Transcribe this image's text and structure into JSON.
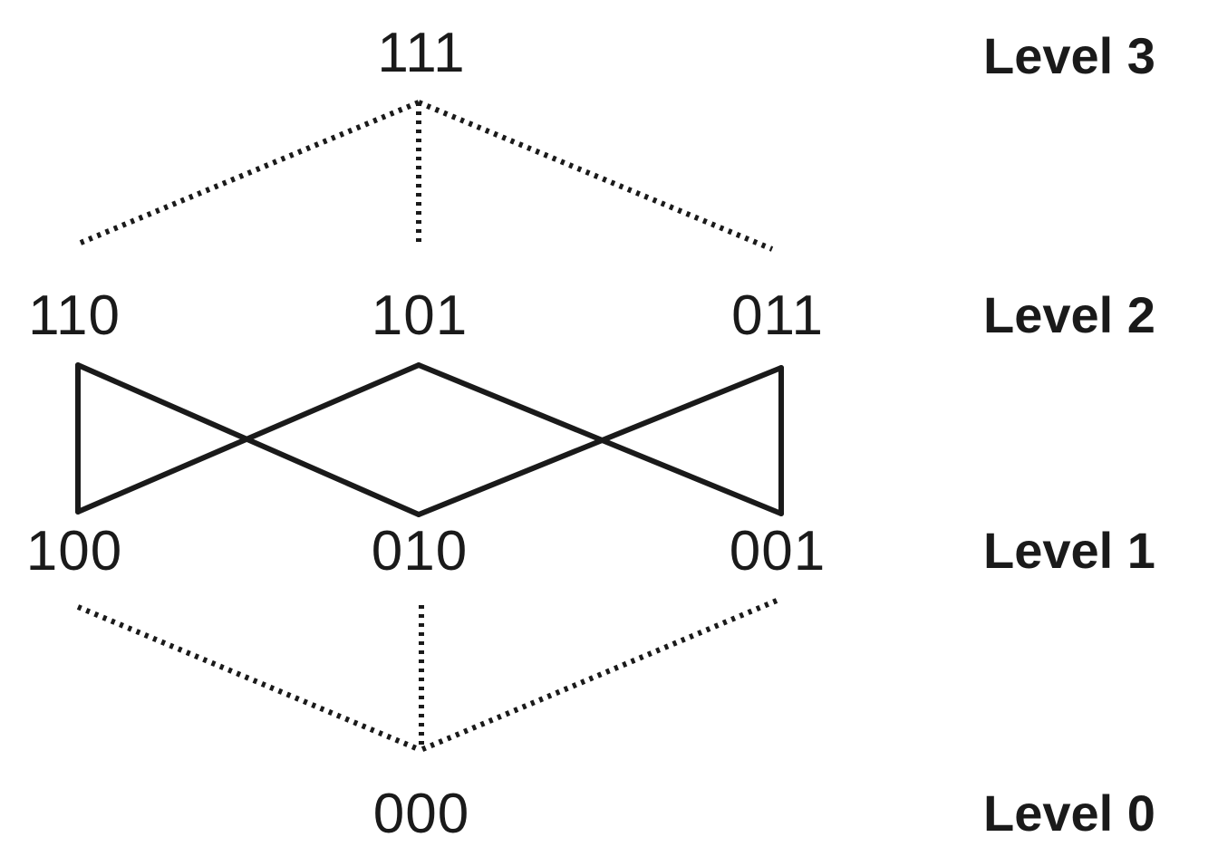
{
  "nodes": {
    "n111": "111",
    "n110": "110",
    "n101": "101",
    "n011": "011",
    "n100": "100",
    "n010": "010",
    "n001": "001",
    "n000": "000"
  },
  "levels": [
    "Level 3",
    "Level 2",
    "Level 1",
    "Level 0"
  ],
  "edges": [
    {
      "from": "n111",
      "to": "n110",
      "style": "dotted"
    },
    {
      "from": "n111",
      "to": "n101",
      "style": "dotted"
    },
    {
      "from": "n111",
      "to": "n011",
      "style": "dotted"
    },
    {
      "from": "n110",
      "to": "n100",
      "style": "solid"
    },
    {
      "from": "n110",
      "to": "n010",
      "style": "solid"
    },
    {
      "from": "n101",
      "to": "n100",
      "style": "solid"
    },
    {
      "from": "n101",
      "to": "n001",
      "style": "solid"
    },
    {
      "from": "n011",
      "to": "n010",
      "style": "solid"
    },
    {
      "from": "n011",
      "to": "n001",
      "style": "solid"
    },
    {
      "from": "n100",
      "to": "n000",
      "style": "dotted"
    },
    {
      "from": "n010",
      "to": "n000",
      "style": "dotted"
    },
    {
      "from": "n001",
      "to": "n000",
      "style": "dotted"
    }
  ],
  "colors": {
    "ink": "#1a1a1a"
  }
}
